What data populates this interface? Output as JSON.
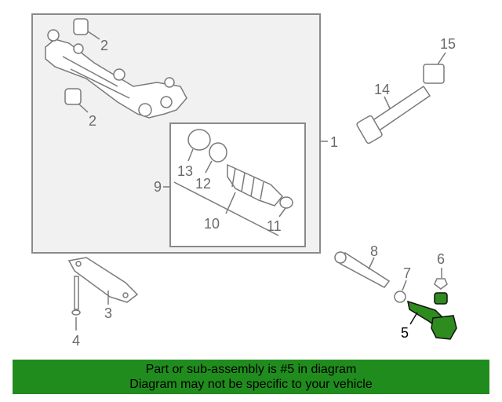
{
  "callouts": {
    "c1": "1",
    "c2a": "2",
    "c2b": "2",
    "c3": "3",
    "c4": "4",
    "c5": "5",
    "c6": "6",
    "c7": "7",
    "c8": "8",
    "c9": "9",
    "c10": "10",
    "c11": "11",
    "c12": "12",
    "c13": "13",
    "c14": "14",
    "c15": "15"
  },
  "highlight_part": "5",
  "colors": {
    "highlight": "#2e8b1e",
    "banner_bg": "#218c1e",
    "line": "#7a7a7a",
    "frame_fill": "#f1f1f1"
  },
  "banner": {
    "line1": "Part or sub-assembly is #5 in diagram",
    "line2": "Diagram may not be specific to your vehicle"
  }
}
